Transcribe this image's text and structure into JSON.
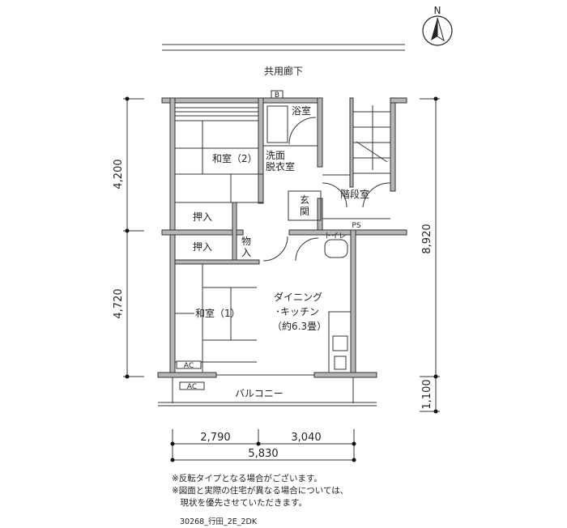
{
  "compass": {
    "label": "N"
  },
  "corridor": "共用廊下",
  "rooms": {
    "washitsu2": "和室（2）",
    "bath": "浴室",
    "senmen": [
      "洗面",
      "脱衣室"
    ],
    "genkan": [
      "玄",
      "関"
    ],
    "stairs": "階段室",
    "ps": "PS",
    "oshiire_upper": "押入",
    "oshiire_lower": "押入",
    "monoire": [
      "物",
      "入"
    ],
    "toilet": "トイレ",
    "washitsu1": "和室（1）",
    "dk": [
      "ダイニング",
      "･キッチン",
      "（約6.3畳）"
    ],
    "balcony": "バルコニー",
    "ac_inner": "AC",
    "ac_outer": "AC",
    "boiler": "B"
  },
  "dimensions": {
    "left_upper": "4,200",
    "left_lower": "4,720",
    "right_main": "8,920",
    "right_balcony": "1,100",
    "bottom_left": "2,790",
    "bottom_right": "3,040",
    "bottom_total": "5,830"
  },
  "notes": [
    "※反転タイプとなる場合がございます。",
    "※図面と実際の住宅が異なる場合については、",
    "　現状を優先させていただきます。"
  ],
  "plan_id": "30268_行田_2E_2DK"
}
